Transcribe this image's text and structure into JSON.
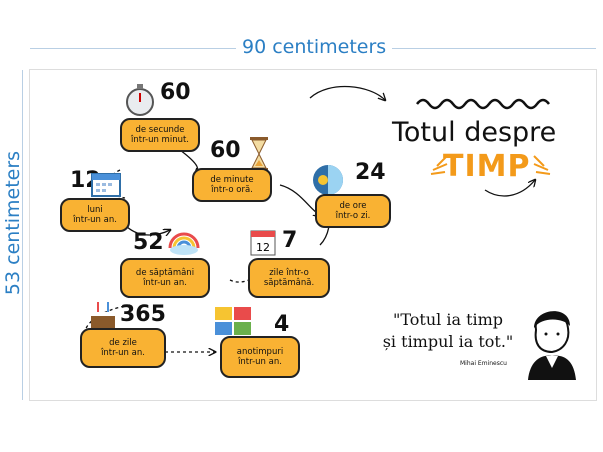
{
  "dimensions": {
    "width_label": "90 centimeters",
    "height_label": "53 centimeters"
  },
  "title": {
    "line1": "Totul despre",
    "line2": "TIMP"
  },
  "facts": [
    {
      "number": "60",
      "line1": "de secunde",
      "line2": "într-un minut."
    },
    {
      "number": "60",
      "line1": "de minute",
      "line2": "într-o oră."
    },
    {
      "number": "24",
      "line1": "de ore",
      "line2": "într-o zi."
    },
    {
      "number": "12",
      "line1": "luni",
      "line2": "într-un an."
    },
    {
      "number": "52",
      "line1": "de săptămâni",
      "line2": "într-un an."
    },
    {
      "number": "7",
      "line1": "zile într-o",
      "line2": "săptămână."
    },
    {
      "number": "365",
      "line1": "de zile",
      "line2": "într-un an."
    },
    {
      "number": "4",
      "line1": "anotimpuri",
      "line2": "într-un an."
    }
  ],
  "quote": {
    "line1": "\"Totul ia timp",
    "line2": "și timpul ia tot.\"",
    "author": "Mihai Eminescu"
  },
  "icons": [
    "stopwatch-icon",
    "hourglass-icon",
    "day-night-globe-icon",
    "calendar-icon",
    "rainbow-cloud-icon",
    "calendar-page-icon",
    "birthday-cake-icon",
    "seasons-icon",
    "eminescu-portrait-icon"
  ]
}
